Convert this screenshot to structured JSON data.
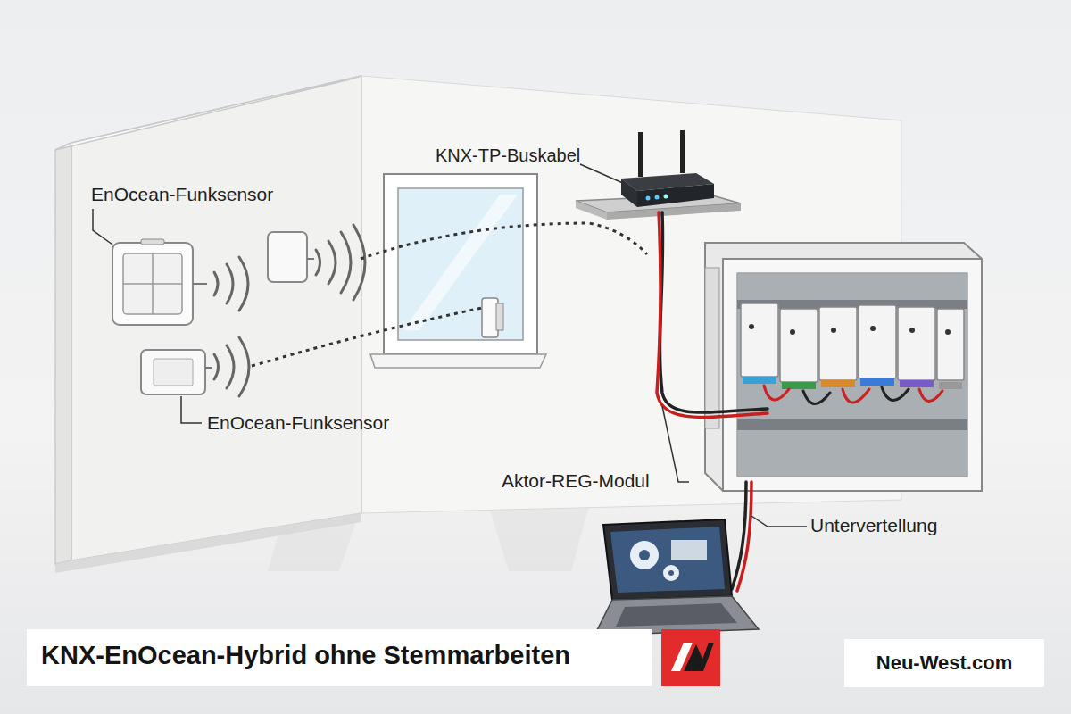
{
  "diagram": {
    "title": "KNX-EnOcean-Hybrid ohne Stemmarbeiten",
    "nodes": [
      {
        "text": [
          "Neu-West.com"
        ]
      }
    ],
    "labels": [
      "EnOcean-Funksensor",
      "KNX-TP-Buskabel",
      "EnOcean-Funksensor",
      "Aktor-REG-Modul",
      "Untervertellung"
    ]
  }
}
